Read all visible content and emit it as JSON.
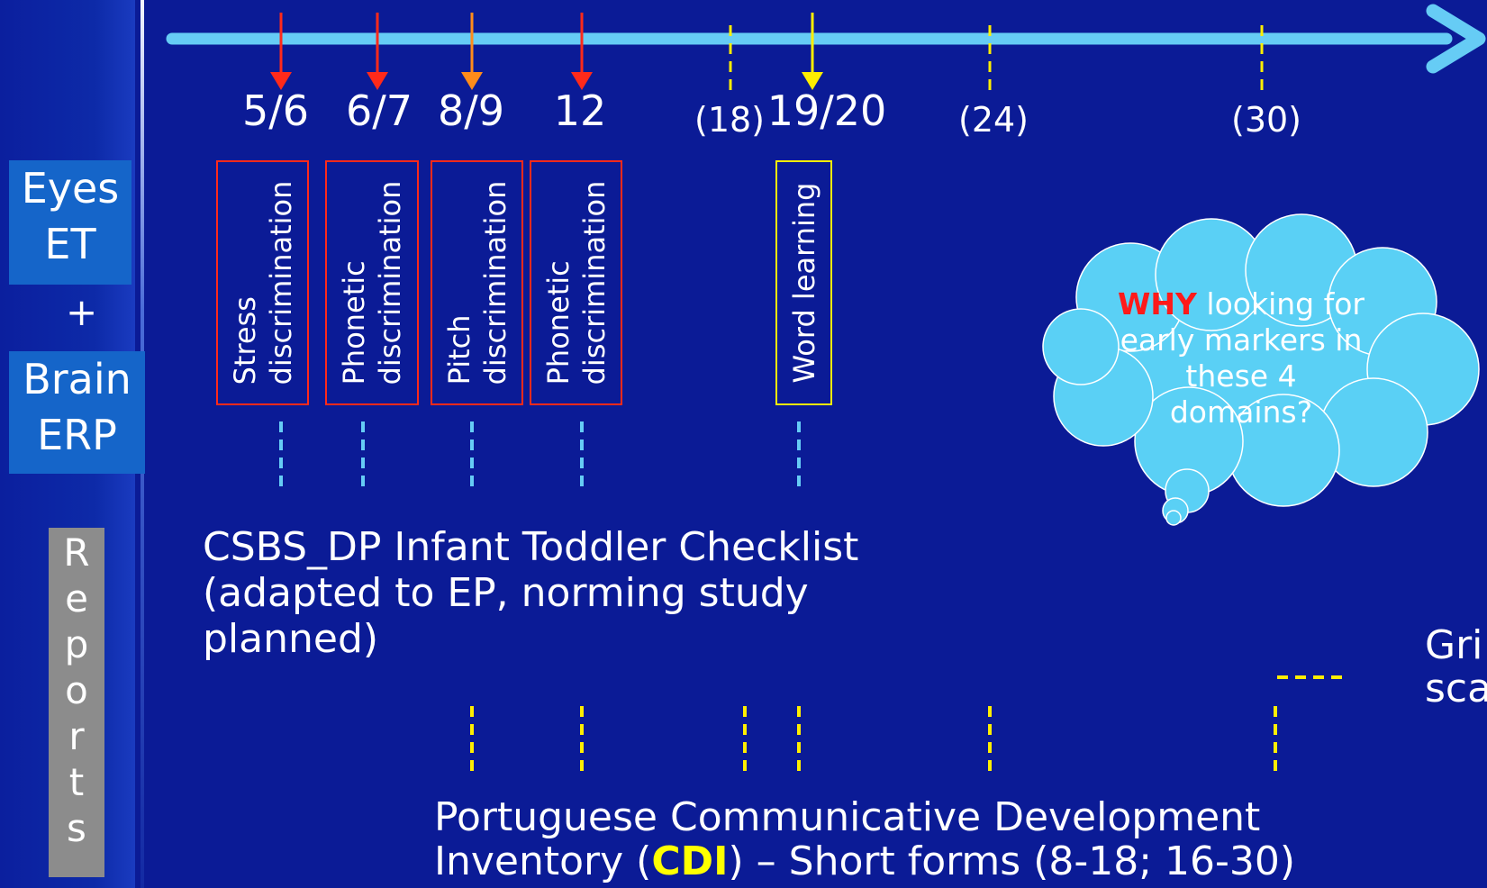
{
  "sidebar": {
    "eyes_box": {
      "line1": "Eyes",
      "line2": "ET"
    },
    "plus": "+",
    "brain_box": {
      "line1": "Brain",
      "line2": "ERP"
    },
    "reports_letters": [
      "R",
      "e",
      "p",
      "o",
      "r",
      "t",
      "s"
    ]
  },
  "timeline": {
    "ticks": [
      {
        "label": "5/6",
        "marker": "red-arrow"
      },
      {
        "label": "6/7",
        "marker": "red-arrow"
      },
      {
        "label": "8/9",
        "marker": "orange-arrow"
      },
      {
        "label": "12",
        "marker": "red-arrow"
      },
      {
        "label": "(18)",
        "marker": "yellow-dash"
      },
      {
        "label": "19/20",
        "marker": "yellow-arrow"
      },
      {
        "label": "(24)",
        "marker": "yellow-dash"
      },
      {
        "label": "(30)",
        "marker": "yellow-dash"
      }
    ]
  },
  "tasks": [
    {
      "line1": "Stress",
      "line2": "discrimination",
      "color": "#ff2a1a"
    },
    {
      "line1": "Phonetic",
      "line2": "discrimination",
      "color": "#ff2a1a"
    },
    {
      "line1": "Pitch",
      "line2": "discrimination",
      "color": "#ff2a1a"
    },
    {
      "line1": "Phonetic",
      "line2": "discrimination",
      "color": "#ff2a1a"
    },
    {
      "line1": "Word learning",
      "line2": "",
      "color": "#ffee00"
    }
  ],
  "cloud": {
    "why": "WHY",
    "rest_line1": " looking for",
    "line2": "early markers in",
    "line3": "these 4",
    "line4": "domains?"
  },
  "csbs": {
    "line1": "CSBS_DP Infant Toddler Checklist",
    "line2": "(adapted to EP, norming study",
    "line3": "planned)"
  },
  "cdi": {
    "line1": "Portuguese Communicative Development",
    "line2_pre": "Inventory (",
    "line2_hl": "CDI",
    "line2_post": ") – Short forms (8-18; 16-30)"
  },
  "griffiths": {
    "line1": "Gri",
    "line2": "sca"
  },
  "colors": {
    "background": "#0b1b96",
    "timeline": "#66ccf5",
    "red_marker": "#ff2a1a",
    "orange_marker": "#ff8c1a",
    "yellow_marker": "#ffee00",
    "cloud": "#5ad0f5"
  }
}
